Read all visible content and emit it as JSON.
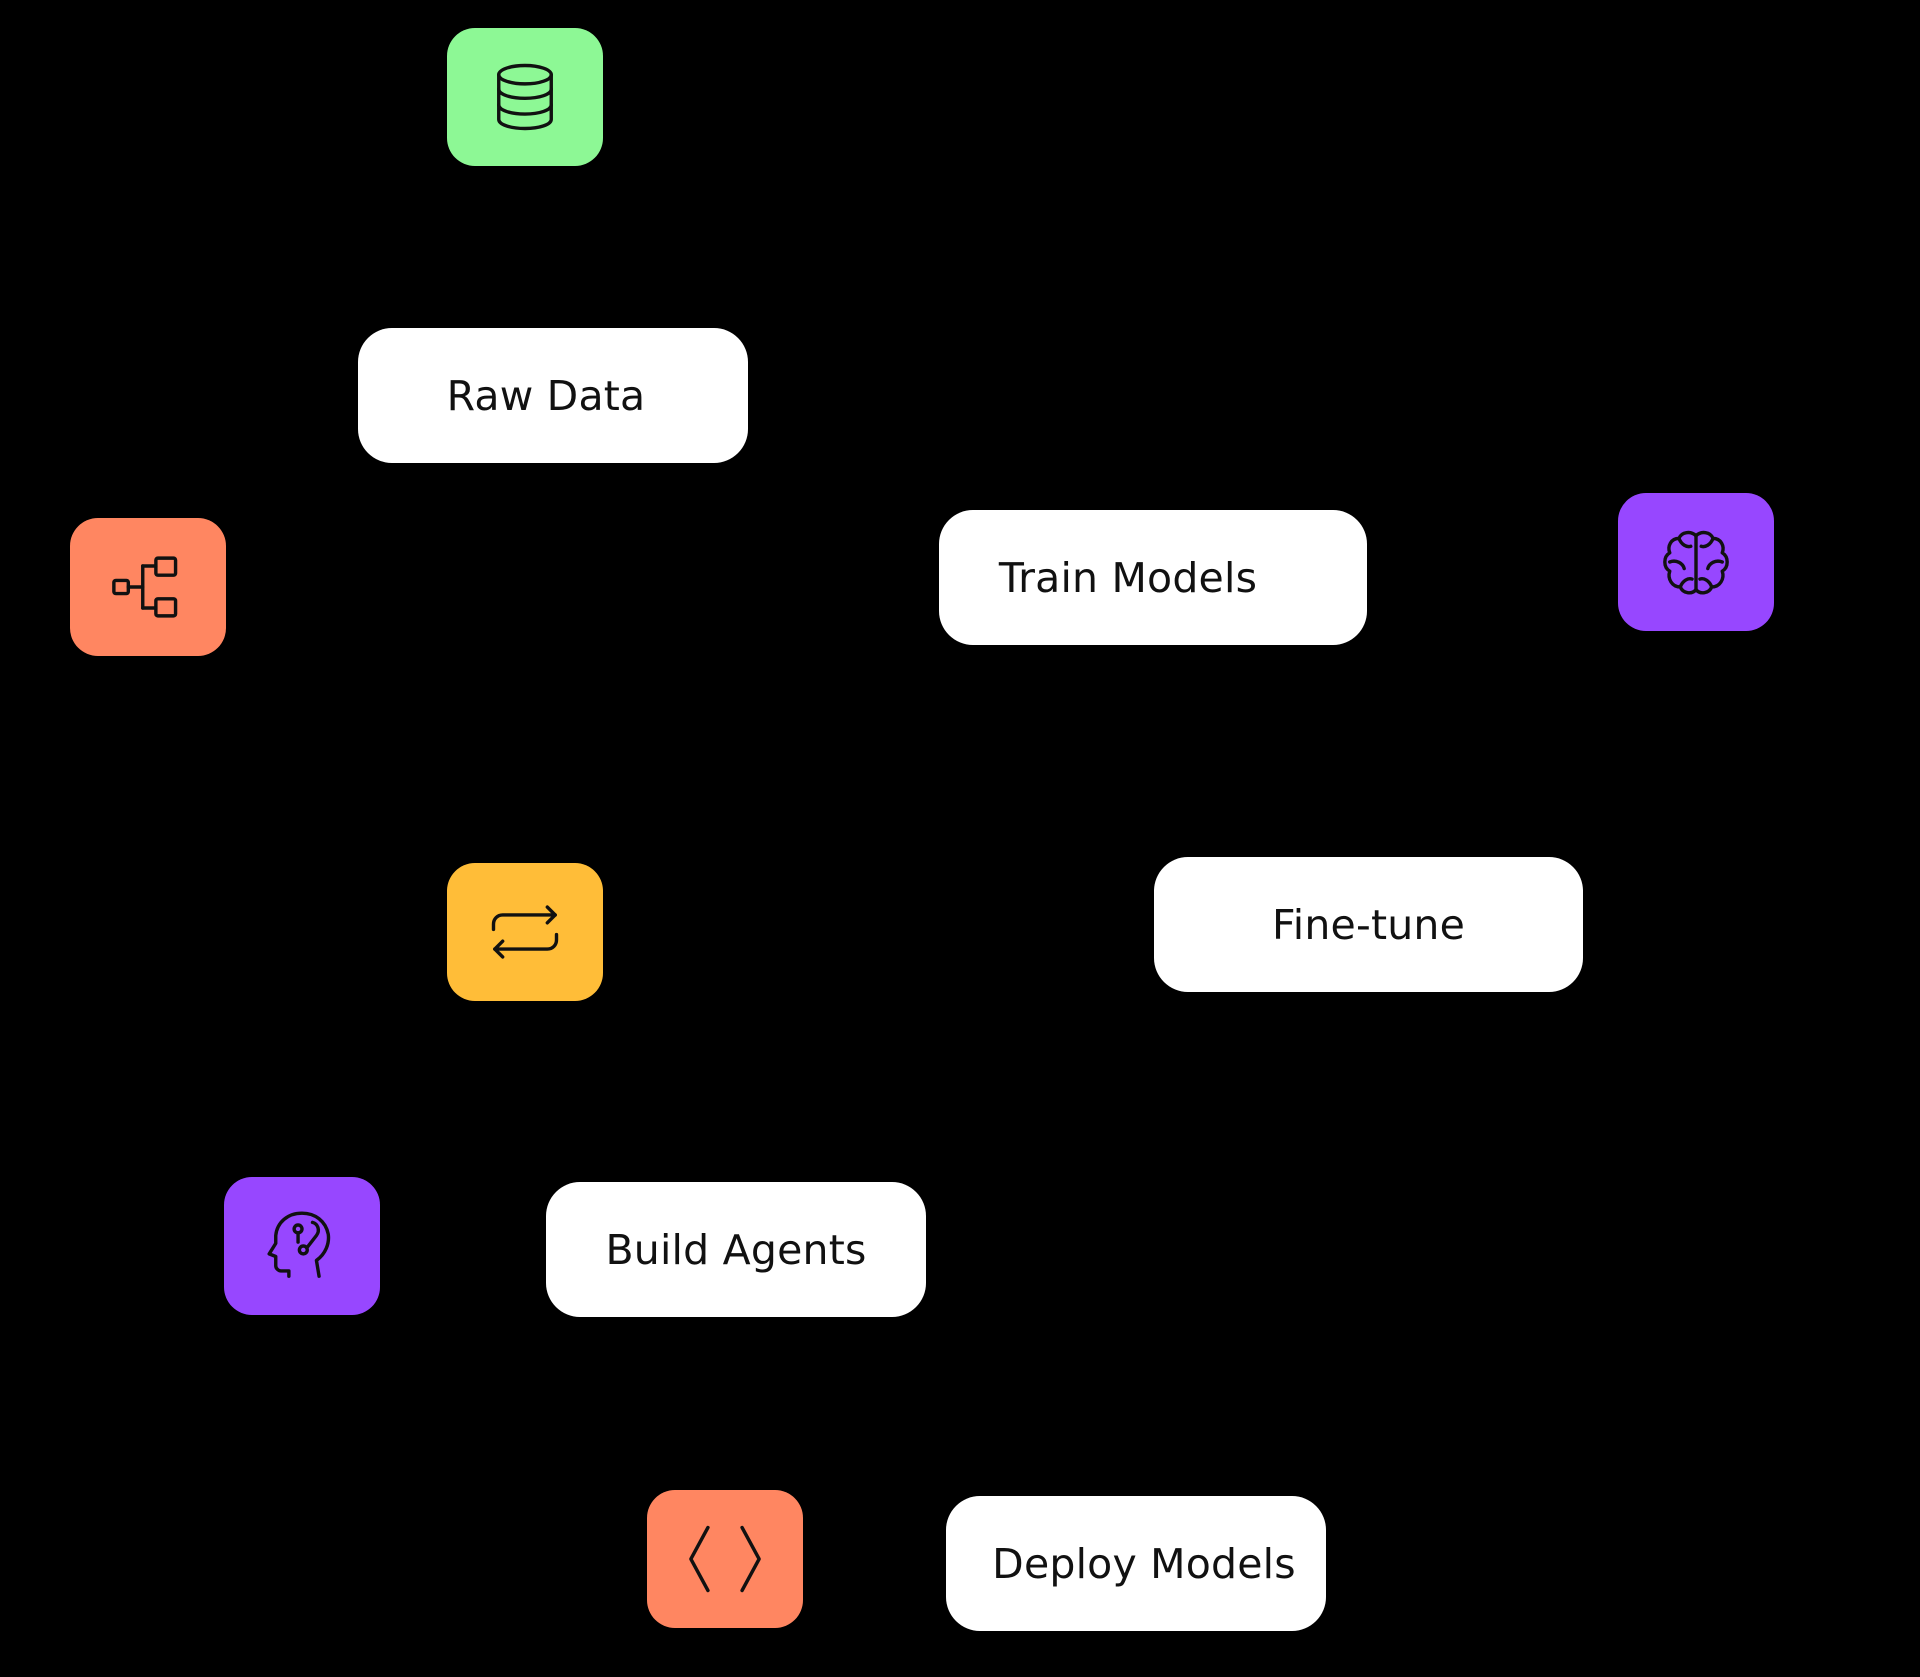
{
  "colors": {
    "background": "#000000",
    "green": "#8DF895",
    "orange": "#FF8661",
    "purple": "#9747FF",
    "yellow": "#FFBD38",
    "label_bg": "#FFFFFF",
    "text": "#111111"
  },
  "icons": [
    {
      "id": "database",
      "semantic": "database-icon",
      "color": "#8DF895"
    },
    {
      "id": "hierarchy",
      "semantic": "hierarchy-icon",
      "color": "#FF8661"
    },
    {
      "id": "brain",
      "semantic": "brain-icon",
      "color": "#9747FF"
    },
    {
      "id": "sync",
      "semantic": "sync-icon",
      "color": "#FFBD38"
    },
    {
      "id": "ai-head",
      "semantic": "ai-head-icon",
      "color": "#9747FF"
    },
    {
      "id": "code",
      "semantic": "code-brackets-icon",
      "color": "#FF8661"
    }
  ],
  "labels": {
    "raw_data": "Raw Data",
    "train_models": "Train Models",
    "fine_tune": "Fine-tune",
    "build_agents": "Build Agents",
    "deploy_models": "Deploy Models"
  }
}
